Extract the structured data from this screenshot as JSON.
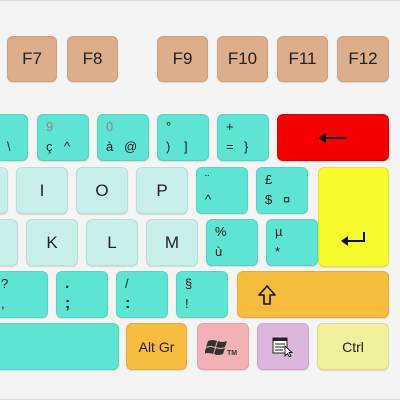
{
  "function_keys": {
    "f7": "F7",
    "f8": "F8",
    "f9": "F9",
    "f10": "F10",
    "f11": "F11",
    "f12": "F12"
  },
  "row1": {
    "backslash": {
      "bottom": "\\"
    },
    "key_9": {
      "top": "9",
      "bottom_left": "ç",
      "bottom_right": "^"
    },
    "key_0": {
      "top": "0",
      "bottom_left": "à",
      "bottom_right": "@"
    },
    "degree": {
      "top": "°",
      "bottom_left": ")",
      "bottom_right": "]"
    },
    "plus": {
      "top": "+",
      "bottom_left": "=",
      "bottom_right": "}"
    },
    "backspace": {
      "icon": "backspace-arrow-icon"
    }
  },
  "row2": {
    "i": "I",
    "o": "O",
    "p": "P",
    "diaeresis": {
      "top": "¨",
      "bottom": "^"
    },
    "pound": {
      "top": "£",
      "bottom_left": "$",
      "bottom_right": "¤"
    },
    "enter": {
      "icon": "enter-arrow-icon"
    }
  },
  "row3": {
    "k": "K",
    "l": "L",
    "m": "M",
    "percent": {
      "top": "%",
      "bottom": "ù"
    },
    "mu": {
      "top": "µ",
      "bottom": "*"
    }
  },
  "row4": {
    "question": {
      "top": "?",
      "bottom": ","
    },
    "period": {
      "top": ".",
      "bottom": ";"
    },
    "slash": {
      "top": "/",
      "bottom": ":"
    },
    "section": {
      "top": "§",
      "bottom": "!"
    },
    "shift": {
      "icon": "shift-arrow-icon"
    }
  },
  "row5": {
    "altgr": "Alt Gr",
    "windows": {
      "icon": "windows-logo-icon",
      "tm": "TM"
    },
    "menu": {
      "icon": "context-menu-icon"
    },
    "ctrl": "Ctrl"
  },
  "colors": {
    "function_key": "#dcae8c",
    "light_teal": "#c8efe9",
    "mid_teal": "#9ce9de",
    "strong_teal": "#5de4d2",
    "backspace": "#f50000",
    "enter": "#f6fb2e",
    "shift": "#f6bc3d",
    "windows": "#f1b1b5",
    "menu": "#dcb5dc",
    "ctrl": "#eff09c"
  }
}
